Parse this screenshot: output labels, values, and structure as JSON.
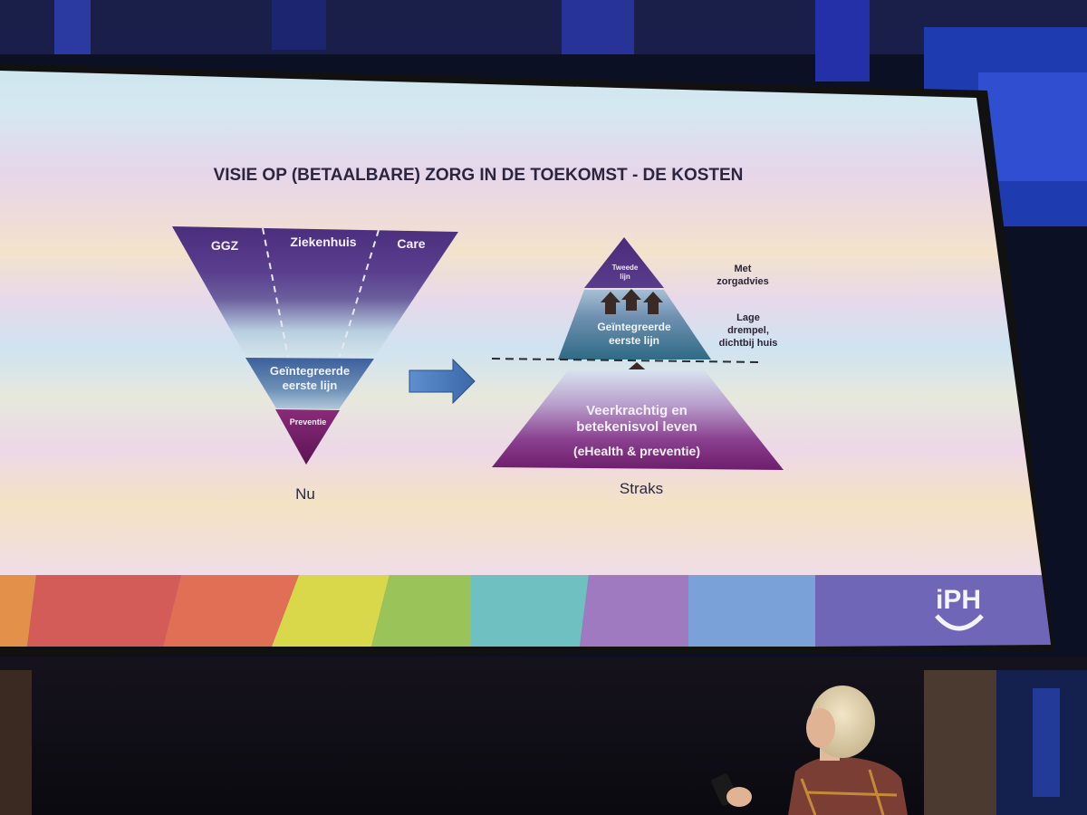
{
  "slide": {
    "title": "VISIE OP (BETAALBARE) ZORG IN DE TOEKOMST -  DE KOSTEN",
    "left_diagram": {
      "sections": [
        "GGZ",
        "Ziekenhuis",
        "Care"
      ],
      "middle_line1": "Geïntegreerde",
      "middle_line2": "eerste lijn",
      "tip": "Preventie",
      "caption": "Nu"
    },
    "right_diagram": {
      "top_line1": "Tweede",
      "top_line2": "lijn",
      "mid_line1": "Geïntegreerde",
      "mid_line2": "eerste lijn",
      "base_line1": "Veerkrachtig en",
      "base_line2": "betekenisvol leven",
      "base_line3": "(eHealth & preventie)",
      "note1_line1": "Met",
      "note1_line2": "zorgadvies",
      "note2_line1": "Lage",
      "note2_line2": "drempel,",
      "note2_line3": "dichtbij huis",
      "caption": "Straks"
    },
    "logo": "iPH"
  },
  "colors": {
    "title": "#2b2540",
    "purple_dark": "#4b2c7a",
    "magenta": "#7a1f6e",
    "teal": "#2e6f86",
    "arrow_blue": "#4a78b8"
  }
}
